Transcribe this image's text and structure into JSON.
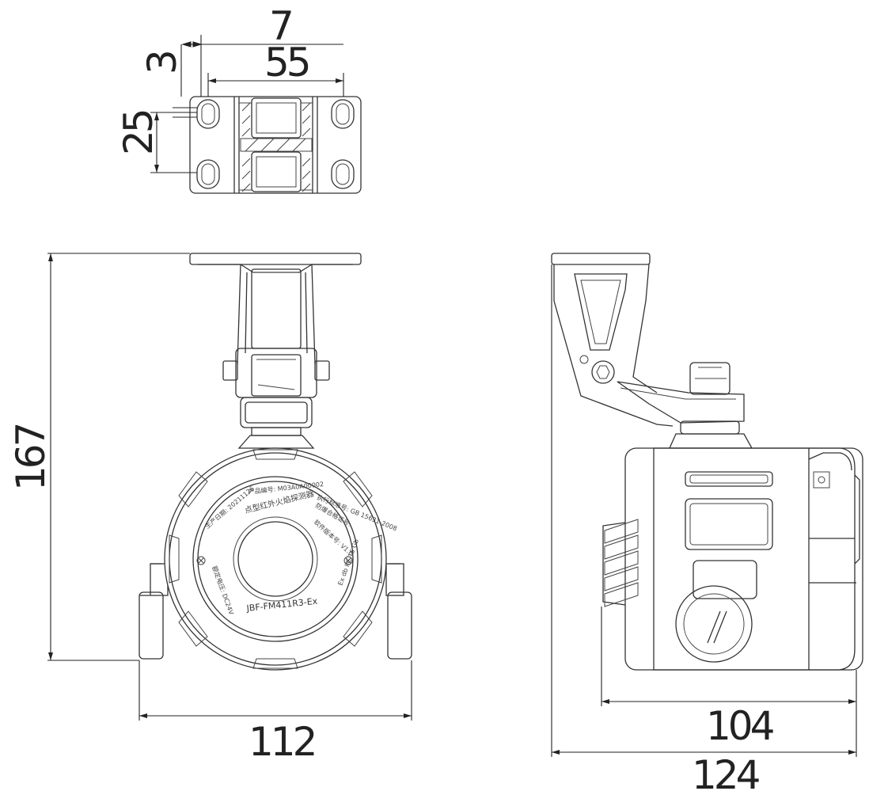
{
  "dimensions": {
    "top_width_outer": "7",
    "top_hole_offset": "3",
    "top_hole_spacing_h": "55",
    "top_hole_spacing_v": "25",
    "front_height": "167",
    "front_width": "112",
    "side_body_depth": "104",
    "side_total_depth": "124"
  },
  "nameplate": {
    "product_no": "产品编号: M03A0A00002",
    "standard": "执行标准号: GB 15631-2008",
    "date": "生产日期: 20211126",
    "cert": "防爆合格证号:",
    "title": "点型红外火焰探测器",
    "software": "软件版本号: V1.0",
    "voltage": "额定电压: DC24V",
    "model": "JBF-FM411R3-Ex",
    "ex_mark": "Ex db IIC T6 Gb"
  }
}
